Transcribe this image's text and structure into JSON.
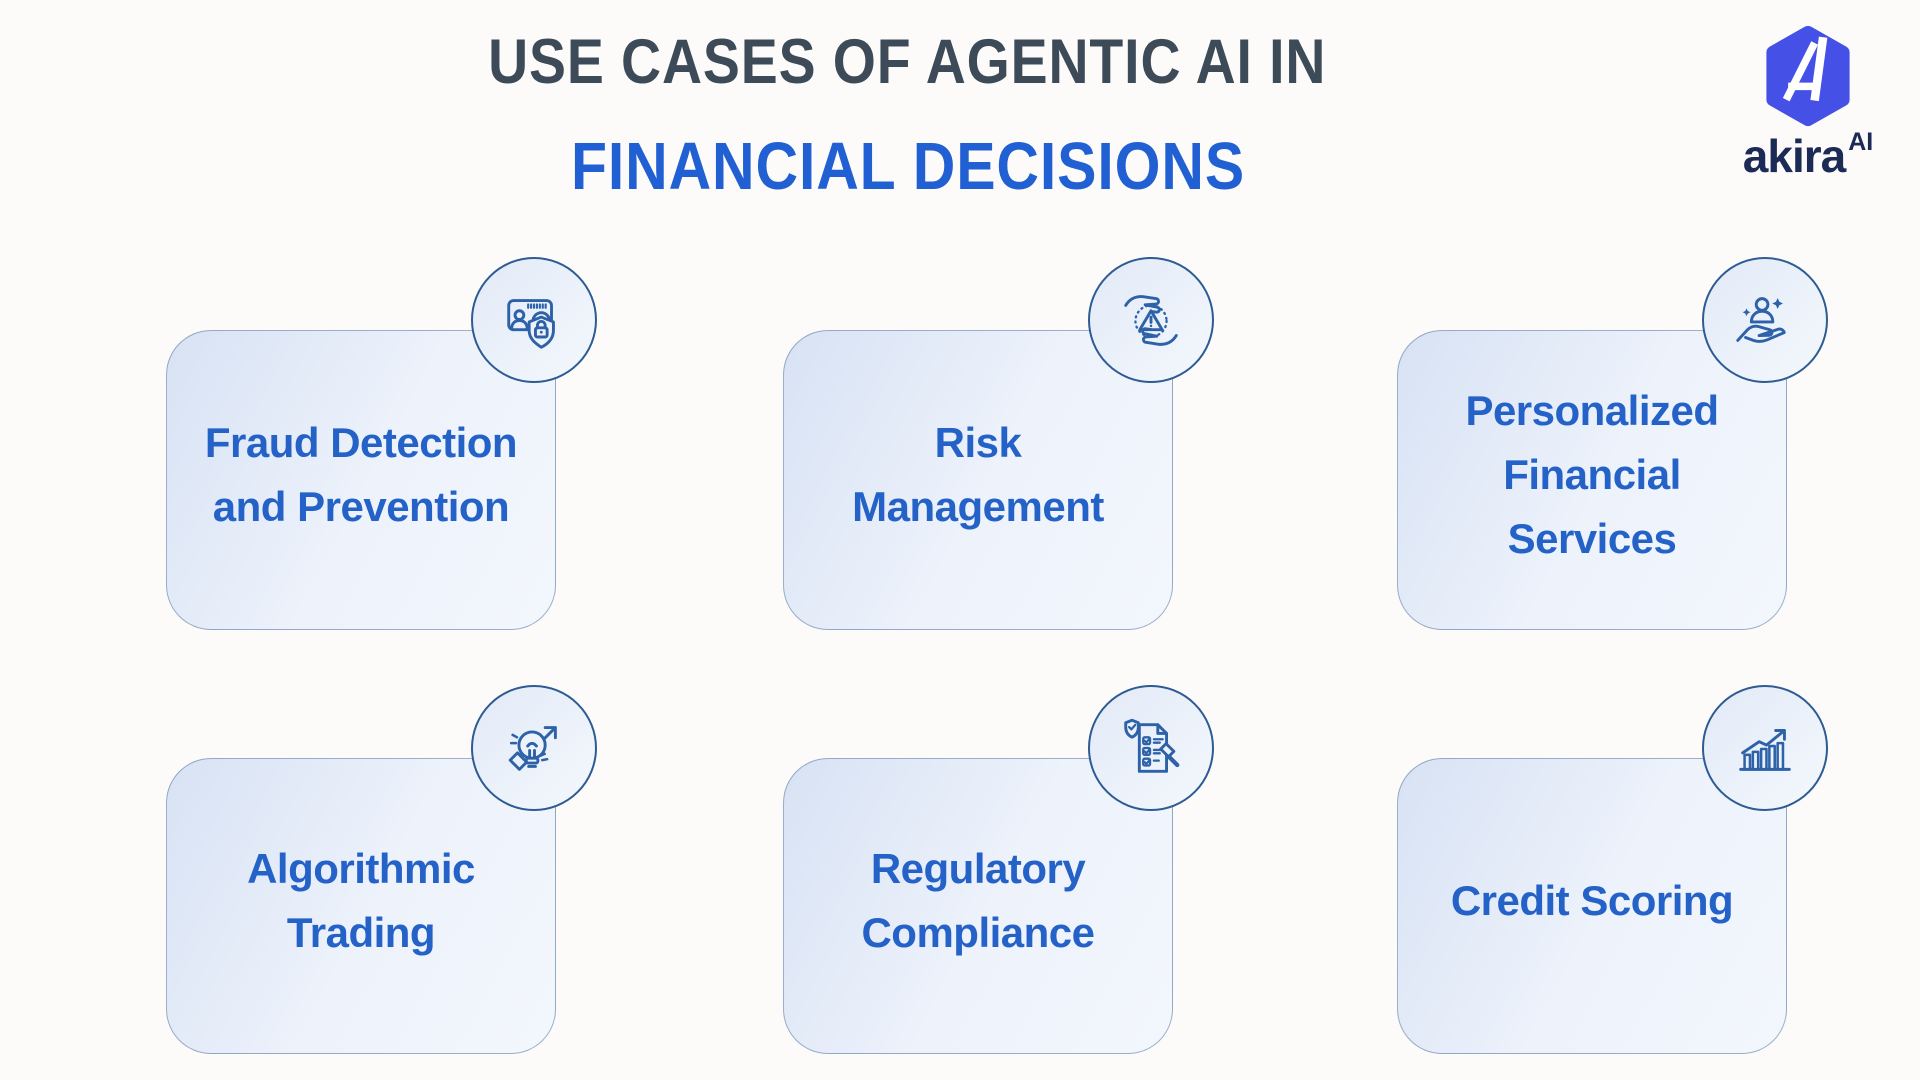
{
  "header": {
    "title_line1": "USE CASES OF AGENTIC AI IN",
    "title_line2": "FINANCIAL DECISIONS"
  },
  "logo": {
    "brand": "akira",
    "suffix": "AI"
  },
  "cards": [
    {
      "label": "Fraud Detection\nand Prevention",
      "icon": "id-card-shield-lock-icon"
    },
    {
      "label": "Risk\nManagement",
      "icon": "hands-warning-triangle-icon"
    },
    {
      "label": "Personalized\nFinancial\nServices",
      "icon": "hand-holding-person-icon"
    },
    {
      "label": "Algorithmic\nTrading",
      "icon": "lightbulb-growth-arrow-icon"
    },
    {
      "label": "Regulatory\nCompliance",
      "icon": "checklist-gavel-shield-icon"
    },
    {
      "label": "Credit Scoring",
      "icon": "bar-chart-rising-arrow-icon"
    }
  ],
  "colors": {
    "title_dark": "#3d4b59",
    "title_blue": "#2160d2",
    "card_text_blue": "#2462c8",
    "icon_stroke_blue": "#2e62a8",
    "circle_border_blue": "#2d5b93",
    "card_fill_light": "#e3ecf8",
    "logo_hexagon_blue": "#4450e6",
    "logo_text_navy": "#1c2b56",
    "background": "#fcfbfa"
  }
}
